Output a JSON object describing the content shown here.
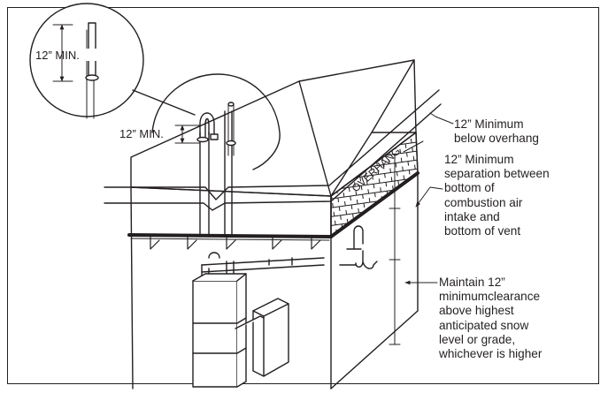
{
  "labels": {
    "inset_min": "12” MIN.",
    "detail_min": "12” MIN.",
    "overhang": "OVERHANG"
  },
  "notes": {
    "below_overhang": "12” Minimum\nbelow overhang",
    "separation": "12” Minimum\nseparation between\nbottom of\ncombustion air\nintake and\nbottom of vent",
    "snow": "Maintain 12”\nminimumclearance\nabove highest\nanticipated snow\nlevel or grade,\nwhichever is higher"
  },
  "colors": {
    "ink": "#231f20",
    "background": "#ffffff"
  }
}
